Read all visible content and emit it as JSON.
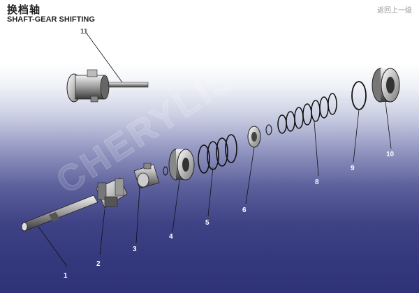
{
  "header": {
    "title_cn": "换档轴",
    "title_en": "SHAFT-GEAR SHIFTING",
    "back_link": "返回上一级"
  },
  "watermark": "CHERYLIST.COM",
  "parts": [
    {
      "number": "1"
    },
    {
      "number": "2"
    },
    {
      "number": "3"
    },
    {
      "number": "4"
    },
    {
      "number": "5"
    },
    {
      "number": "6"
    },
    {
      "number": "8"
    },
    {
      "number": "9"
    },
    {
      "number": "10"
    },
    {
      "number": "11"
    }
  ]
}
